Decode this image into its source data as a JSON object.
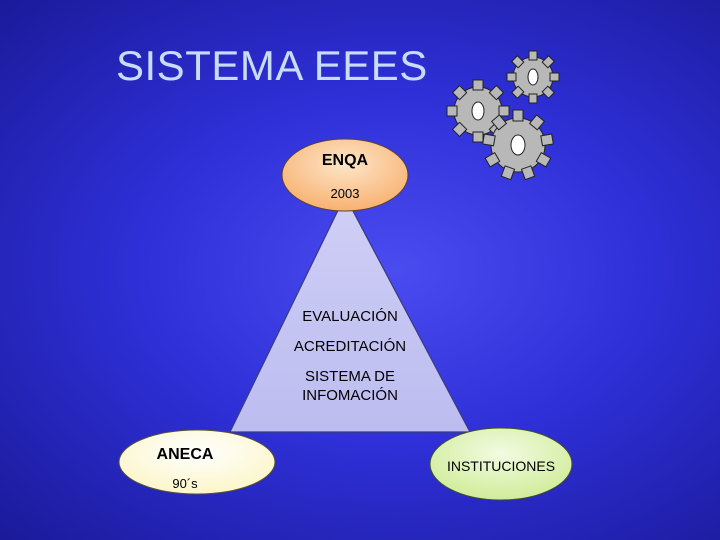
{
  "title": "SISTEMA EEES",
  "nodes": {
    "top": {
      "name": "ENQA",
      "year": "2003"
    },
    "left": {
      "name": "ANECA",
      "year": "90´s"
    },
    "right": {
      "name": "INSTITUCIONES"
    }
  },
  "center_texts": {
    "line1": "EVALUACIÓN",
    "line2": "ACREDITACIÓN",
    "line3": "SISTEMA DE INFOMACIÓN"
  },
  "colors": {
    "top_node": "#f9b97c",
    "left_node": "#fefbd4",
    "right_node": "#d7f0a6",
    "triangle": "#c7c7f3"
  },
  "icons": [
    "gears-icon"
  ]
}
